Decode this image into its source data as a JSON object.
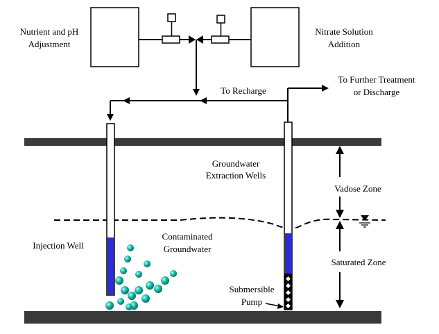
{
  "labels": {
    "nutrient_line1": "Nutrient and pH",
    "nutrient_line2": "Adjustment",
    "nitrate_line1": "Nitrate Solution",
    "nitrate_line2": "Addition",
    "further_line1": "To Further Treatment",
    "further_line2": "or Discharge",
    "recharge": "To Recharge",
    "extraction_line1": "Groundwater",
    "extraction_line2": "Extraction Wells",
    "vadose": "Vadose Zone",
    "saturated": "Saturated Zone",
    "injection": "Injection Well",
    "contaminated_line1": "Contaminated",
    "contaminated_line2": "Groundwater",
    "pump_line1": "Submersible",
    "pump_line2": "Pump"
  },
  "colors": {
    "ground": "#3a3a3a",
    "water": "#2b2bd9",
    "contaminant": "#1fb5a3",
    "line": "#000000"
  }
}
